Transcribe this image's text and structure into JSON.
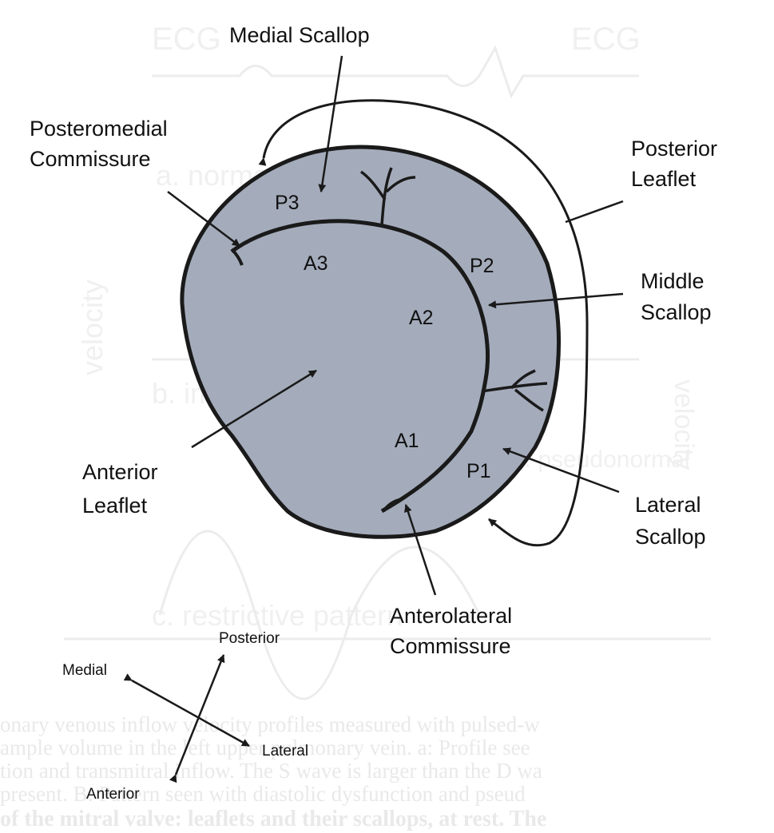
{
  "colors": {
    "leaflet_fill": "#a4acbb",
    "outline": "#1a1a1a",
    "text": "#111111",
    "background_print": "#e9e9e9"
  },
  "labels": {
    "medial_scallop": "Medial Scallop",
    "posteromedial_commissure": [
      "Posteromedial",
      "Commissure"
    ],
    "posterior_leaflet": [
      "Posterior",
      "Leaflet"
    ],
    "middle_scallop": [
      "Middle",
      "Scallop"
    ],
    "anterior_leaflet": [
      "Anterior",
      "Leaflet"
    ],
    "lateral_scallop": [
      "Lateral",
      "Scallop"
    ],
    "anterolateral_commissure": [
      "Anterolateral",
      "Commissure"
    ]
  },
  "segments": {
    "p1": "P1",
    "p2": "P2",
    "p3": "P3",
    "a1": "A1",
    "a2": "A2",
    "a3": "A3"
  },
  "compass": {
    "posterior": "Posterior",
    "medial": "Medial",
    "lateral": "Lateral",
    "anterior": "Anterior"
  },
  "background_print": {
    "ecg_labels": [
      "ECG",
      "ECG"
    ],
    "panel_a": "a. normal pattern",
    "panel_b": "b. impaired relaxation",
    "panel_b2": "b. pseudonormal",
    "panel_c": "c. restrictive pattern",
    "velocity": [
      "velocity",
      "velocity"
    ],
    "caption_lines": [
      "onary venous inflow velocity profiles measured with pulsed-w",
      "ample volume in the left upper pulmonary vein. a: Profile see",
      "tion and transmitral inflow. The S wave is larger than the D wa",
      "present. B: Pattern seen with diastolic dysfunction and pseud",
      "of the mitral valve: leaflets and their scallops, at rest. The"
    ]
  }
}
